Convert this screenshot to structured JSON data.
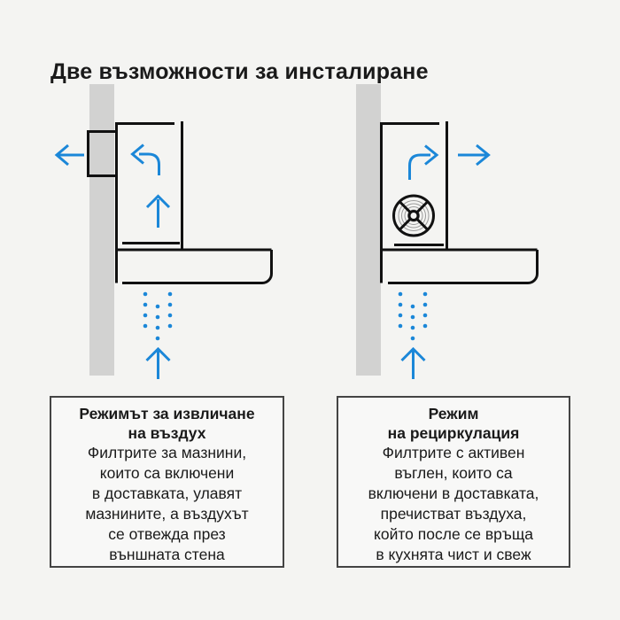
{
  "title": "Две възможности за инсталиране",
  "colors": {
    "accent_blue": "#1b87d8",
    "line_black": "#111111",
    "wall_gray": "#d2d2d1",
    "page_background": "#f4f4f2",
    "caption_border": "#444444"
  },
  "diagrams": {
    "extraction": {
      "icons": [
        "wall-icon",
        "through-wall-duct-icon",
        "exhaust-left-arrow-icon",
        "airflow-curve-left-arrow-icon",
        "airflow-up-arrow-icon",
        "steam-dots-icon",
        "intake-up-arrow-icon",
        "cooker-hood-icon"
      ],
      "caption_title": "Режимът за извличане\nна въздух",
      "caption_body": "Филтрите за мазнини,\nкоито са включени\nв доставката, улавят\nмазнините, а въздухът\nсе отвежда през\nвъншната стена"
    },
    "recirculation": {
      "icons": [
        "wall-icon",
        "fan-icon",
        "airflow-curve-right-arrow-icon",
        "exhaust-right-arrow-icon",
        "steam-dots-icon",
        "intake-up-arrow-icon",
        "cooker-hood-icon"
      ],
      "caption_title": "Режим\nна рециркулация",
      "caption_body": "Филтрите с активен\nвъглен, които са\nвключени в доставката,\nпречистват въздуха,\nкойто после се връща\nв кухнята чист и свеж"
    }
  }
}
